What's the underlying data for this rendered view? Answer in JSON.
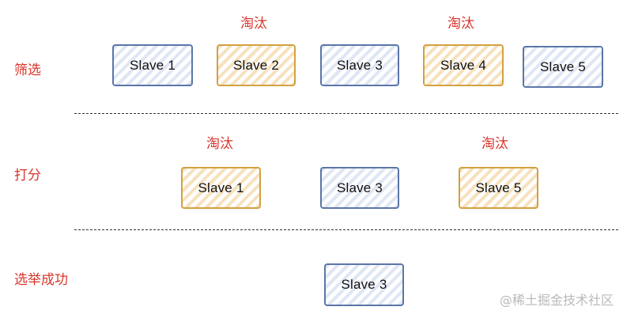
{
  "stages": [
    {
      "label": "筛选",
      "nodes": [
        {
          "text": "Slave 1",
          "status": "kept",
          "tag": ""
        },
        {
          "text": "Slave 2",
          "status": "eliminated",
          "tag": "淘汰"
        },
        {
          "text": "Slave 3",
          "status": "kept",
          "tag": ""
        },
        {
          "text": "Slave 4",
          "status": "eliminated",
          "tag": "淘汰"
        },
        {
          "text": "Slave 5",
          "status": "kept",
          "tag": ""
        }
      ]
    },
    {
      "label": "打分",
      "nodes": [
        {
          "text": "Slave 1",
          "status": "eliminated",
          "tag": "淘汰"
        },
        {
          "text": "Slave 3",
          "status": "kept",
          "tag": ""
        },
        {
          "text": "Slave 5",
          "status": "eliminated",
          "tag": "淘汰"
        }
      ]
    },
    {
      "label": "选举成功",
      "nodes": [
        {
          "text": "Slave 3",
          "status": "kept",
          "tag": ""
        }
      ]
    }
  ],
  "colors": {
    "kept_border": "#5b76a8",
    "eliminated_border": "#d2a140",
    "tag_text": "#d9342b"
  },
  "watermark": "@稀土掘金技术社区"
}
